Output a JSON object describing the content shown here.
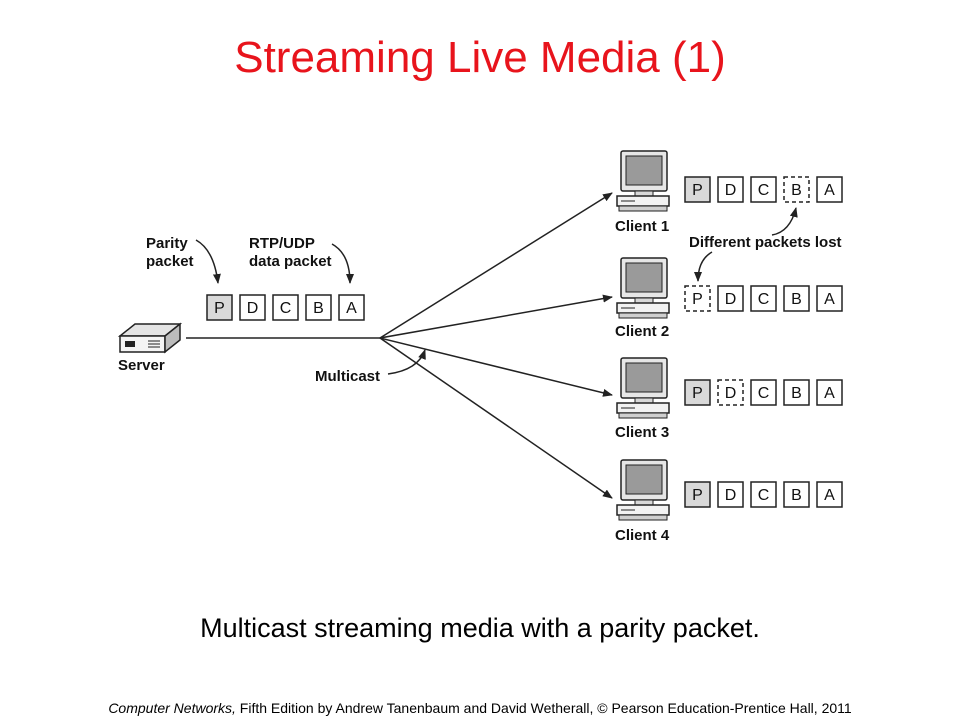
{
  "title": "Streaming Live Media (1)",
  "caption": "Multicast streaming media with a parity packet.",
  "footer": {
    "book": "Computer Networks,",
    "rest": " Fifth Edition by Andrew Tanenbaum and David Wetherall, © Pearson Education-Prentice Hall, 2011"
  },
  "diagram": {
    "server_label": "Server",
    "parity_label_line1": "Parity",
    "parity_label_line2": "packet",
    "rtp_label_line1": "RTP/UDP",
    "rtp_label_line2": "data packet",
    "multicast_label": "Multicast",
    "lost_label": "Different packets lost",
    "stream_packets": [
      "P",
      "D",
      "C",
      "B",
      "A"
    ],
    "clients": [
      {
        "label": "Client 1",
        "packets": [
          "P",
          "D",
          "C",
          "B",
          "A"
        ],
        "lost": "B"
      },
      {
        "label": "Client 2",
        "packets": [
          "P",
          "D",
          "C",
          "B",
          "A"
        ],
        "lost": "P"
      },
      {
        "label": "Client 3",
        "packets": [
          "P",
          "D",
          "C",
          "B",
          "A"
        ],
        "lost": "D"
      },
      {
        "label": "Client 4",
        "packets": [
          "P",
          "D",
          "C",
          "B",
          "A"
        ],
        "lost": ""
      }
    ]
  },
  "colors": {
    "title": "#e8141c",
    "parity_fill": "#d9d9d9",
    "packet_fill": "#ffffff",
    "stroke": "#222222"
  }
}
